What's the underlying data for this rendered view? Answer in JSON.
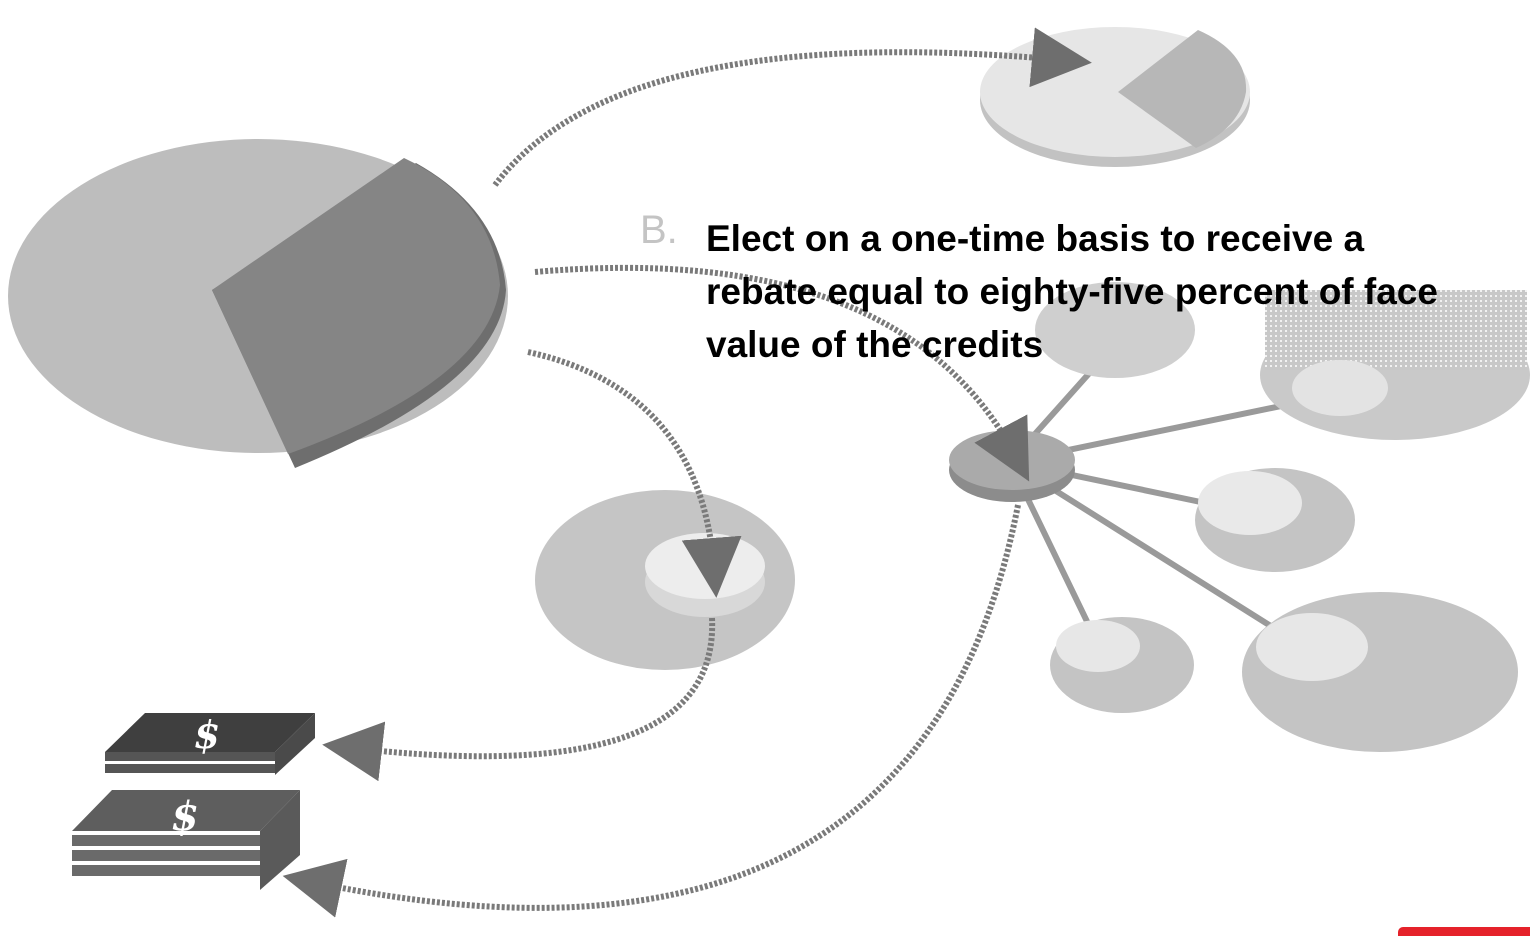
{
  "caption": {
    "letter": "B.",
    "text": "Elect on a one-time basis to receive a rebate equal to eighty-five percent of face value of the credits"
  },
  "icons": {
    "money_stack_icon": "dollar-sign",
    "currency_glyph": "$"
  },
  "colors": {
    "accent": "#e5222a",
    "caption_letter": "#c4c4c4",
    "caption_text": "#000000"
  }
}
